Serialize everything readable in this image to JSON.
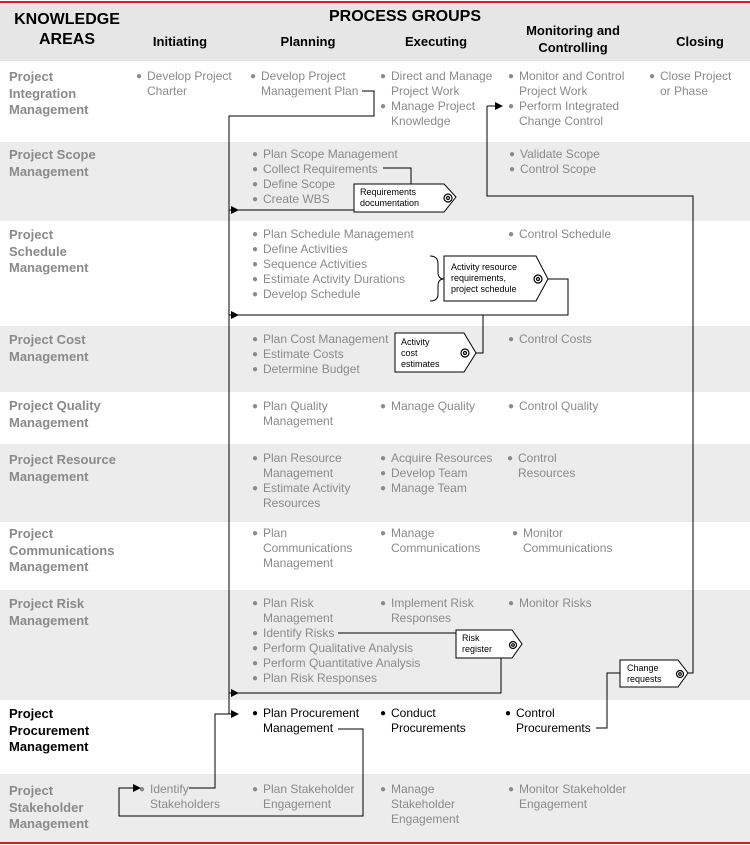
{
  "header": {
    "knowledge_areas": [
      "KNOWLEDGE",
      "AREAS"
    ],
    "process_groups": "PROCESS GROUPS",
    "columns": {
      "initiating": "Initiating",
      "planning": "Planning",
      "executing": "Executing",
      "monitoring": [
        "Monitoring and",
        "Controlling"
      ],
      "closing": "Closing"
    }
  },
  "areas": {
    "integration": [
      "Project",
      "Integration",
      "Management"
    ],
    "scope": [
      "Project Scope",
      "Management"
    ],
    "schedule": [
      "Project",
      "Schedule",
      "Management"
    ],
    "cost": [
      "Project Cost",
      "Management"
    ],
    "quality": [
      "Project Quality",
      "Management"
    ],
    "resource": [
      "Project Resource",
      "Management"
    ],
    "communications": [
      "Project",
      "Communications",
      "Management"
    ],
    "risk": [
      "Project Risk",
      "Management"
    ],
    "procurement": [
      "Project",
      "Procurement",
      "Management"
    ],
    "stakeholder": [
      "Project",
      "Stakeholder",
      "Management"
    ]
  },
  "processes": {
    "integration": {
      "initiating": [
        [
          "Develop Project",
          "Charter"
        ]
      ],
      "planning": [
        [
          "Develop Project",
          "Management Plan"
        ]
      ],
      "executing": [
        [
          "Direct and Manage",
          "Project Work"
        ],
        [
          "Manage Project",
          "Knowledge"
        ]
      ],
      "monitoring": [
        [
          "Monitor and Control",
          "Project Work"
        ],
        [
          "Perform Integrated",
          "Change Control"
        ]
      ],
      "closing": [
        [
          "Close Project",
          "or Phase"
        ]
      ]
    },
    "scope": {
      "planning": [
        [
          "Plan Scope Management"
        ],
        [
          "Collect Requirements"
        ],
        [
          "Define Scope"
        ],
        [
          "Create WBS"
        ]
      ],
      "monitoring": [
        [
          "Validate Scope"
        ],
        [
          "Control Scope"
        ]
      ]
    },
    "schedule": {
      "planning": [
        [
          "Plan Schedule Management"
        ],
        [
          "Define Activities"
        ],
        [
          "Sequence Activities"
        ],
        [
          "Estimate Activity Durations"
        ],
        [
          "Develop Schedule"
        ]
      ],
      "monitoring": [
        [
          "Control Schedule"
        ]
      ]
    },
    "cost": {
      "planning": [
        [
          "Plan Cost Management"
        ],
        [
          "Estimate Costs"
        ],
        [
          "Determine Budget"
        ]
      ],
      "monitoring": [
        [
          "Control Costs"
        ]
      ]
    },
    "quality": {
      "planning": [
        [
          "Plan Quality",
          "Management"
        ]
      ],
      "executing": [
        [
          "Manage Quality"
        ]
      ],
      "monitoring": [
        [
          "Control Quality"
        ]
      ]
    },
    "resource": {
      "planning": [
        [
          "Plan Resource",
          "Management"
        ],
        [
          "Estimate Activity",
          "Resources"
        ]
      ],
      "executing": [
        [
          "Acquire Resources"
        ],
        [
          "Develop Team"
        ],
        [
          "Manage Team"
        ]
      ],
      "monitoring": [
        [
          "Control",
          "Resources"
        ]
      ]
    },
    "communications": {
      "planning": [
        [
          "Plan",
          "Communications",
          "Management"
        ]
      ],
      "executing": [
        [
          "Manage",
          "Communications"
        ]
      ],
      "monitoring": [
        [
          "Monitor",
          "Communications"
        ]
      ]
    },
    "risk": {
      "planning": [
        [
          "Plan Risk",
          "Management"
        ],
        [
          "Identify Risks"
        ],
        [
          "Perform Qualitative Analysis"
        ],
        [
          "Perform Quantitative Analysis"
        ],
        [
          "Plan Risk Responses"
        ]
      ],
      "executing": [
        [
          "Implement Risk",
          "Responses"
        ]
      ],
      "monitoring": [
        [
          "Monitor Risks"
        ]
      ]
    },
    "procurement": {
      "planning": [
        [
          "Plan Procurement",
          "Management"
        ]
      ],
      "executing": [
        [
          "Conduct",
          "Procurements"
        ]
      ],
      "monitoring": [
        [
          "Control",
          "Procurements"
        ]
      ]
    },
    "stakeholder": {
      "initiating": [
        [
          "Identify",
          "Stakeholders"
        ]
      ],
      "planning": [
        [
          "Plan Stakeholder",
          "Engagement"
        ]
      ],
      "executing": [
        [
          "Manage",
          "Stakeholder",
          "Engagement"
        ]
      ],
      "monitoring": [
        [
          "Monitor Stakeholder",
          "Engagement"
        ]
      ]
    }
  },
  "tags": {
    "requirements": [
      "Requirements",
      "documentation"
    ],
    "schedule": [
      "Activity resource",
      "requirements,",
      "project schedule"
    ],
    "costs": [
      "Activity",
      "cost",
      "estimates"
    ],
    "risk": [
      "Risk",
      "register"
    ],
    "change": [
      "Change",
      "requests"
    ]
  },
  "colors": {
    "accent_rule": "#cc2222",
    "header_bg": "#e6e6e6",
    "band_bg": "#ececec",
    "muted_text": "#8a8a8a",
    "active_text": "#000000"
  }
}
